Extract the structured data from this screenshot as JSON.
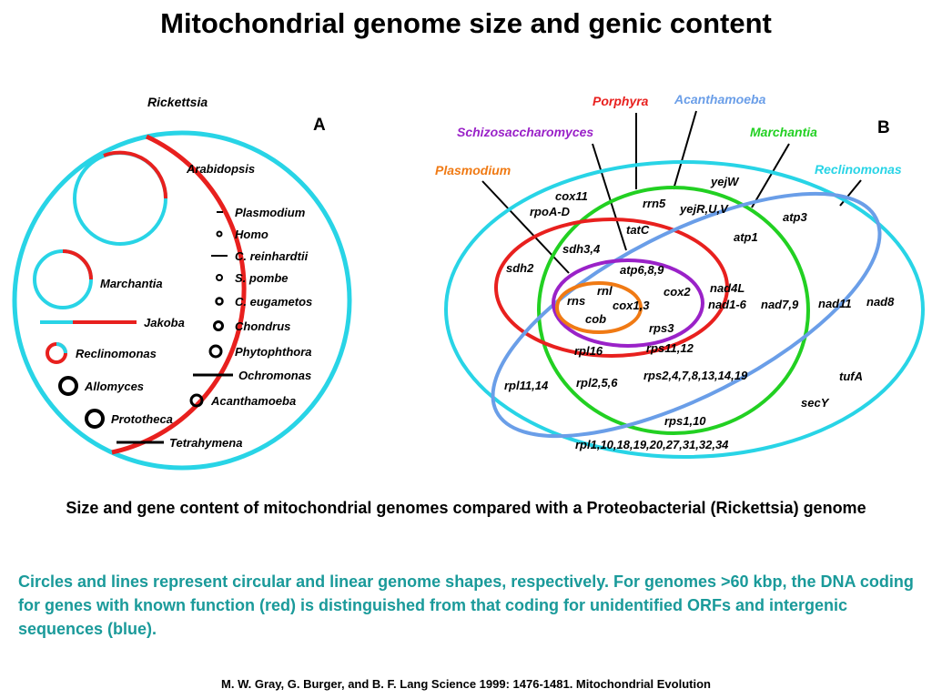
{
  "title": "Mitochondrial genome size and genic content",
  "colors": {
    "coding": "#e8201e",
    "noncoding": "#28d4e6",
    "dark": "#000000",
    "porphyra": "#e8201e",
    "acanthamoeba": "#6a9ee8",
    "schizo": "#9a22c8",
    "marchantia": "#22d022",
    "reclinomonas": "#28d4e6",
    "plasmodium": "#f07a14"
  },
  "panel_a": {
    "letter": "A",
    "rickettsia": "Rickettsia",
    "circles": {
      "arabidopsis": "Arabidopsis",
      "marchantia": "Marchantia",
      "jakoba": "Jakoba",
      "reclinomonas": "Reclinomonas",
      "allomyces": "Allomyces",
      "prototheca": "Prototheca",
      "tetrahymena": "Tetrahymena"
    },
    "small_list": [
      "Plasmodium",
      "Homo",
      "C. reinhardtii",
      "S. pombe",
      "C. eugametos",
      "Chondrus",
      "Phytophthora"
    ],
    "ochromonas": "Ochromonas",
    "acanthamoeba": "Acanthamoeba"
  },
  "panel_b": {
    "letter": "B",
    "organisms": {
      "porphyra": "Porphyra",
      "acanthamoeba": "Acanthamoeba",
      "schizosaccharomyces": "Schizosaccharomyces",
      "marchantia": "Marchantia",
      "plasmodium": "Plasmodium",
      "reclinomonas": "Reclinomonas"
    },
    "genes": {
      "cox11": "cox11",
      "rpoAD": "rpoA-D",
      "rrn5": "rrn5",
      "yejW": "yejW",
      "yejRUV": "yejR,U,V",
      "tatC": "tatC",
      "atp3": "atp3",
      "atp1": "atp1",
      "sdh34": "sdh3,4",
      "sdh2": "sdh2",
      "atp689": "atp6,8,9",
      "rnl": "rnl",
      "cox2": "cox2",
      "rns": "rns",
      "cox13": "cox1,3",
      "nad4L": "nad4L",
      "nad16": "nad1-6",
      "nad79": "nad7,9",
      "nad11": "nad11",
      "nad8": "nad8",
      "cob": "cob",
      "rps3": "rps3",
      "rpl16": "rpl16",
      "rps1112": "rps11,12",
      "rpl1114": "rpl11,14",
      "rpl256": "rpl2,5,6",
      "rps2x": "rps2,4,7,8,13,14,19",
      "tufA": "tufA",
      "secY": "secY",
      "rps110": "rps1,10",
      "rpl1x": "rpl1,10,18,19,20,27,31,32,34"
    }
  },
  "caption": "Size and gene content of mitochondrial genomes compared with a Proteobacterial (Rickettsia) genome",
  "description": "Circles and lines represent circular and linear genome shapes, respectively. For genomes >60 kbp, the DNA coding for genes with known function (red) is distinguished from that coding for unidentified ORFs and intergenic sequences (blue).",
  "citation": "M. W. Gray, G. Burger, and B. F. Lang  Science 1999: 1476-1481. Mitochondrial Evolution"
}
